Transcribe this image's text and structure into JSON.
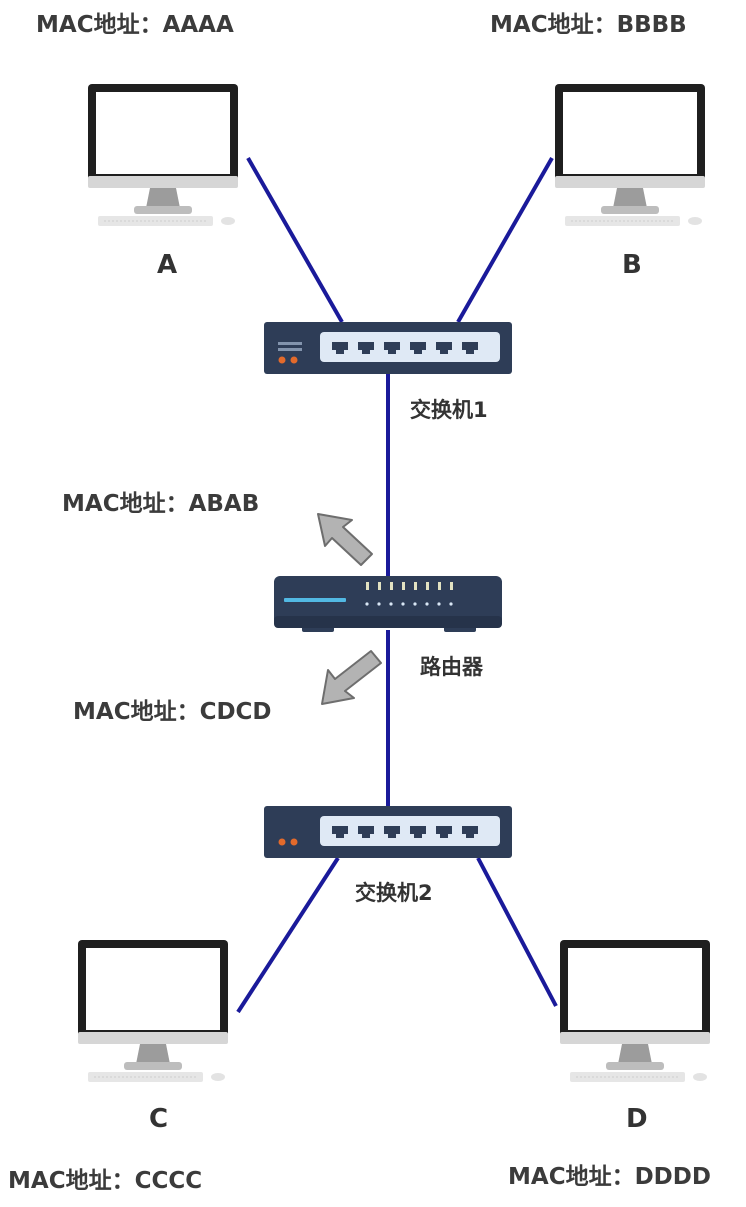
{
  "colors": {
    "link": "#1a1a9a",
    "device_dark": "#2e3d57",
    "port_panel": "#dfe9f5",
    "led": "#e36a2b",
    "monitor_frame": "#1f1f1f",
    "monitor_stand": "#bdbdbd",
    "arrow": "#b3b3b3",
    "label_text": "#3b3b3b"
  },
  "icons": [
    "computer-icon",
    "switch-icon",
    "router-icon",
    "arrow-icon"
  ],
  "computers": {
    "a": {
      "name": "A",
      "mac": "MAC地址：AAAA"
    },
    "b": {
      "name": "B",
      "mac": "MAC地址：BBBB"
    },
    "c": {
      "name": "C",
      "mac": "MAC地址：CCCC"
    },
    "d": {
      "name": "D",
      "mac": "MAC地址：DDDD"
    }
  },
  "switch1": {
    "label": "交换机1"
  },
  "switch2": {
    "label": "交换机2"
  },
  "router": {
    "label": "路由器",
    "mac_upper": "MAC地址：ABAB",
    "mac_lower": "MAC地址：CDCD"
  }
}
